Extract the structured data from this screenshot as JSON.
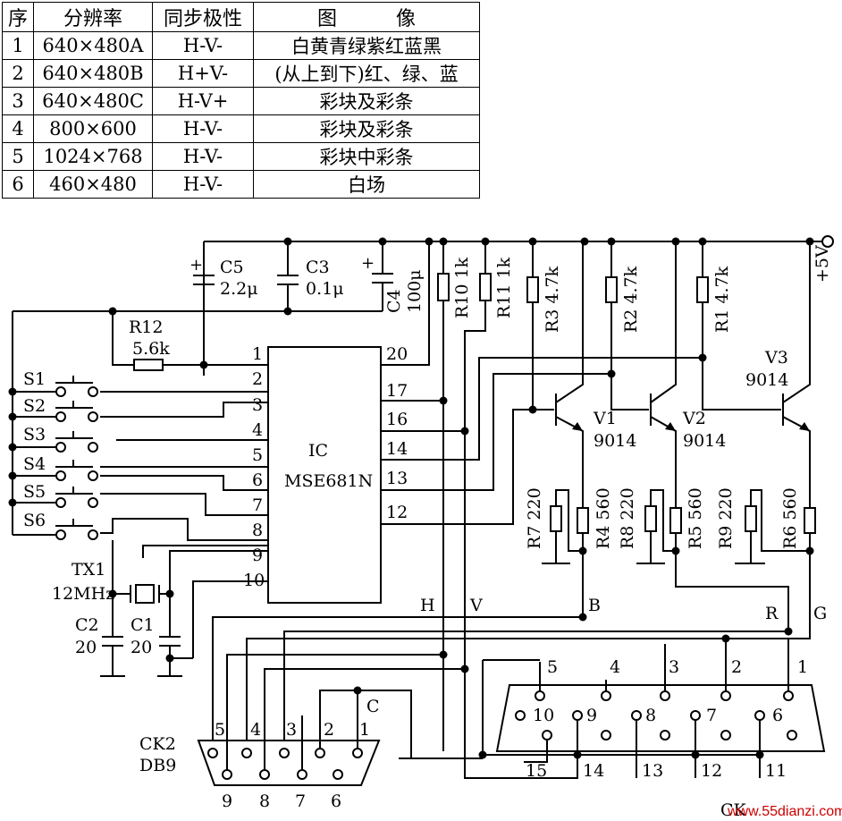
{
  "table": {
    "headers": [
      "序",
      "分辨率",
      "同步极性",
      "图　　　像"
    ],
    "rows": [
      [
        "1",
        "640×480A",
        "H-V-",
        "白黄青绿紫红蓝黑"
      ],
      [
        "2",
        "640×480B",
        "H+V-",
        "(从上到下)红、绿、蓝"
      ],
      [
        "3",
        "640×480C",
        "H-V+",
        "彩块及彩条"
      ],
      [
        "4",
        "800×600",
        "H-V-",
        "彩块及彩条"
      ],
      [
        "5",
        "1024×768",
        "H-V-",
        "彩块中彩条"
      ],
      [
        "6",
        "460×480",
        "H-V-",
        "白场"
      ]
    ]
  },
  "diagram": {
    "ic_name": "IC",
    "ic_part": "MSE681N",
    "ic_left_pins": [
      "1",
      "2",
      "3",
      "4",
      "5",
      "6",
      "7",
      "8",
      "9",
      "10"
    ],
    "ic_right_pins": [
      "20",
      "17",
      "16",
      "14",
      "13",
      "12"
    ],
    "switches": [
      "S1",
      "S2",
      "S3",
      "S4",
      "S5",
      "S6"
    ],
    "c5": {
      "name": "C5",
      "value": "2.2μ"
    },
    "c3": {
      "name": "C3",
      "value": "0.1μ"
    },
    "c4": {
      "name": "C4",
      "value": "100μ"
    },
    "plus": "+",
    "r12": {
      "name": "R12",
      "value": "5.6k"
    },
    "r10": "R10 1k",
    "r11": "R11 1k",
    "r3": "R3 4.7k",
    "r2": "R2 4.7k",
    "r1": "R1 4.7k",
    "supply": "+5V",
    "v1": {
      "name": "V1",
      "part": "9014"
    },
    "v2": {
      "name": "V2",
      "part": "9014"
    },
    "v3": {
      "name": "V3",
      "part": "9014"
    },
    "r7": "R7 220",
    "r4": "R4 560",
    "r8": "R8 220",
    "r5": "R5 560",
    "r9": "R9 220",
    "r6": "R6 560",
    "crystal": {
      "name": "TX1",
      "value": "12MHz"
    },
    "c2": {
      "name": "C2",
      "value": "20"
    },
    "c1": {
      "name": "C1",
      "value": "20"
    },
    "signal_h": "H",
    "signal_v": "V",
    "signal_b": "B",
    "signal_r": "R",
    "signal_g": "G",
    "ck2": {
      "name": "CK2",
      "type": "DB9",
      "top_pins": [
        "5",
        "4",
        "3",
        "2",
        "1"
      ],
      "bottom_pins": [
        "9",
        "8",
        "7",
        "6"
      ],
      "label_c": "C"
    },
    "vga_top_pins": [
      "5",
      "4",
      "3",
      "2",
      "1"
    ],
    "vga_mid_pins": [
      "10",
      "9",
      "8",
      "7",
      "6"
    ],
    "vga_bottom_pins": [
      "15",
      "14",
      "13",
      "12",
      "11"
    ],
    "partial_label": "CK",
    "watermark": "www.55dianzi.com"
  }
}
